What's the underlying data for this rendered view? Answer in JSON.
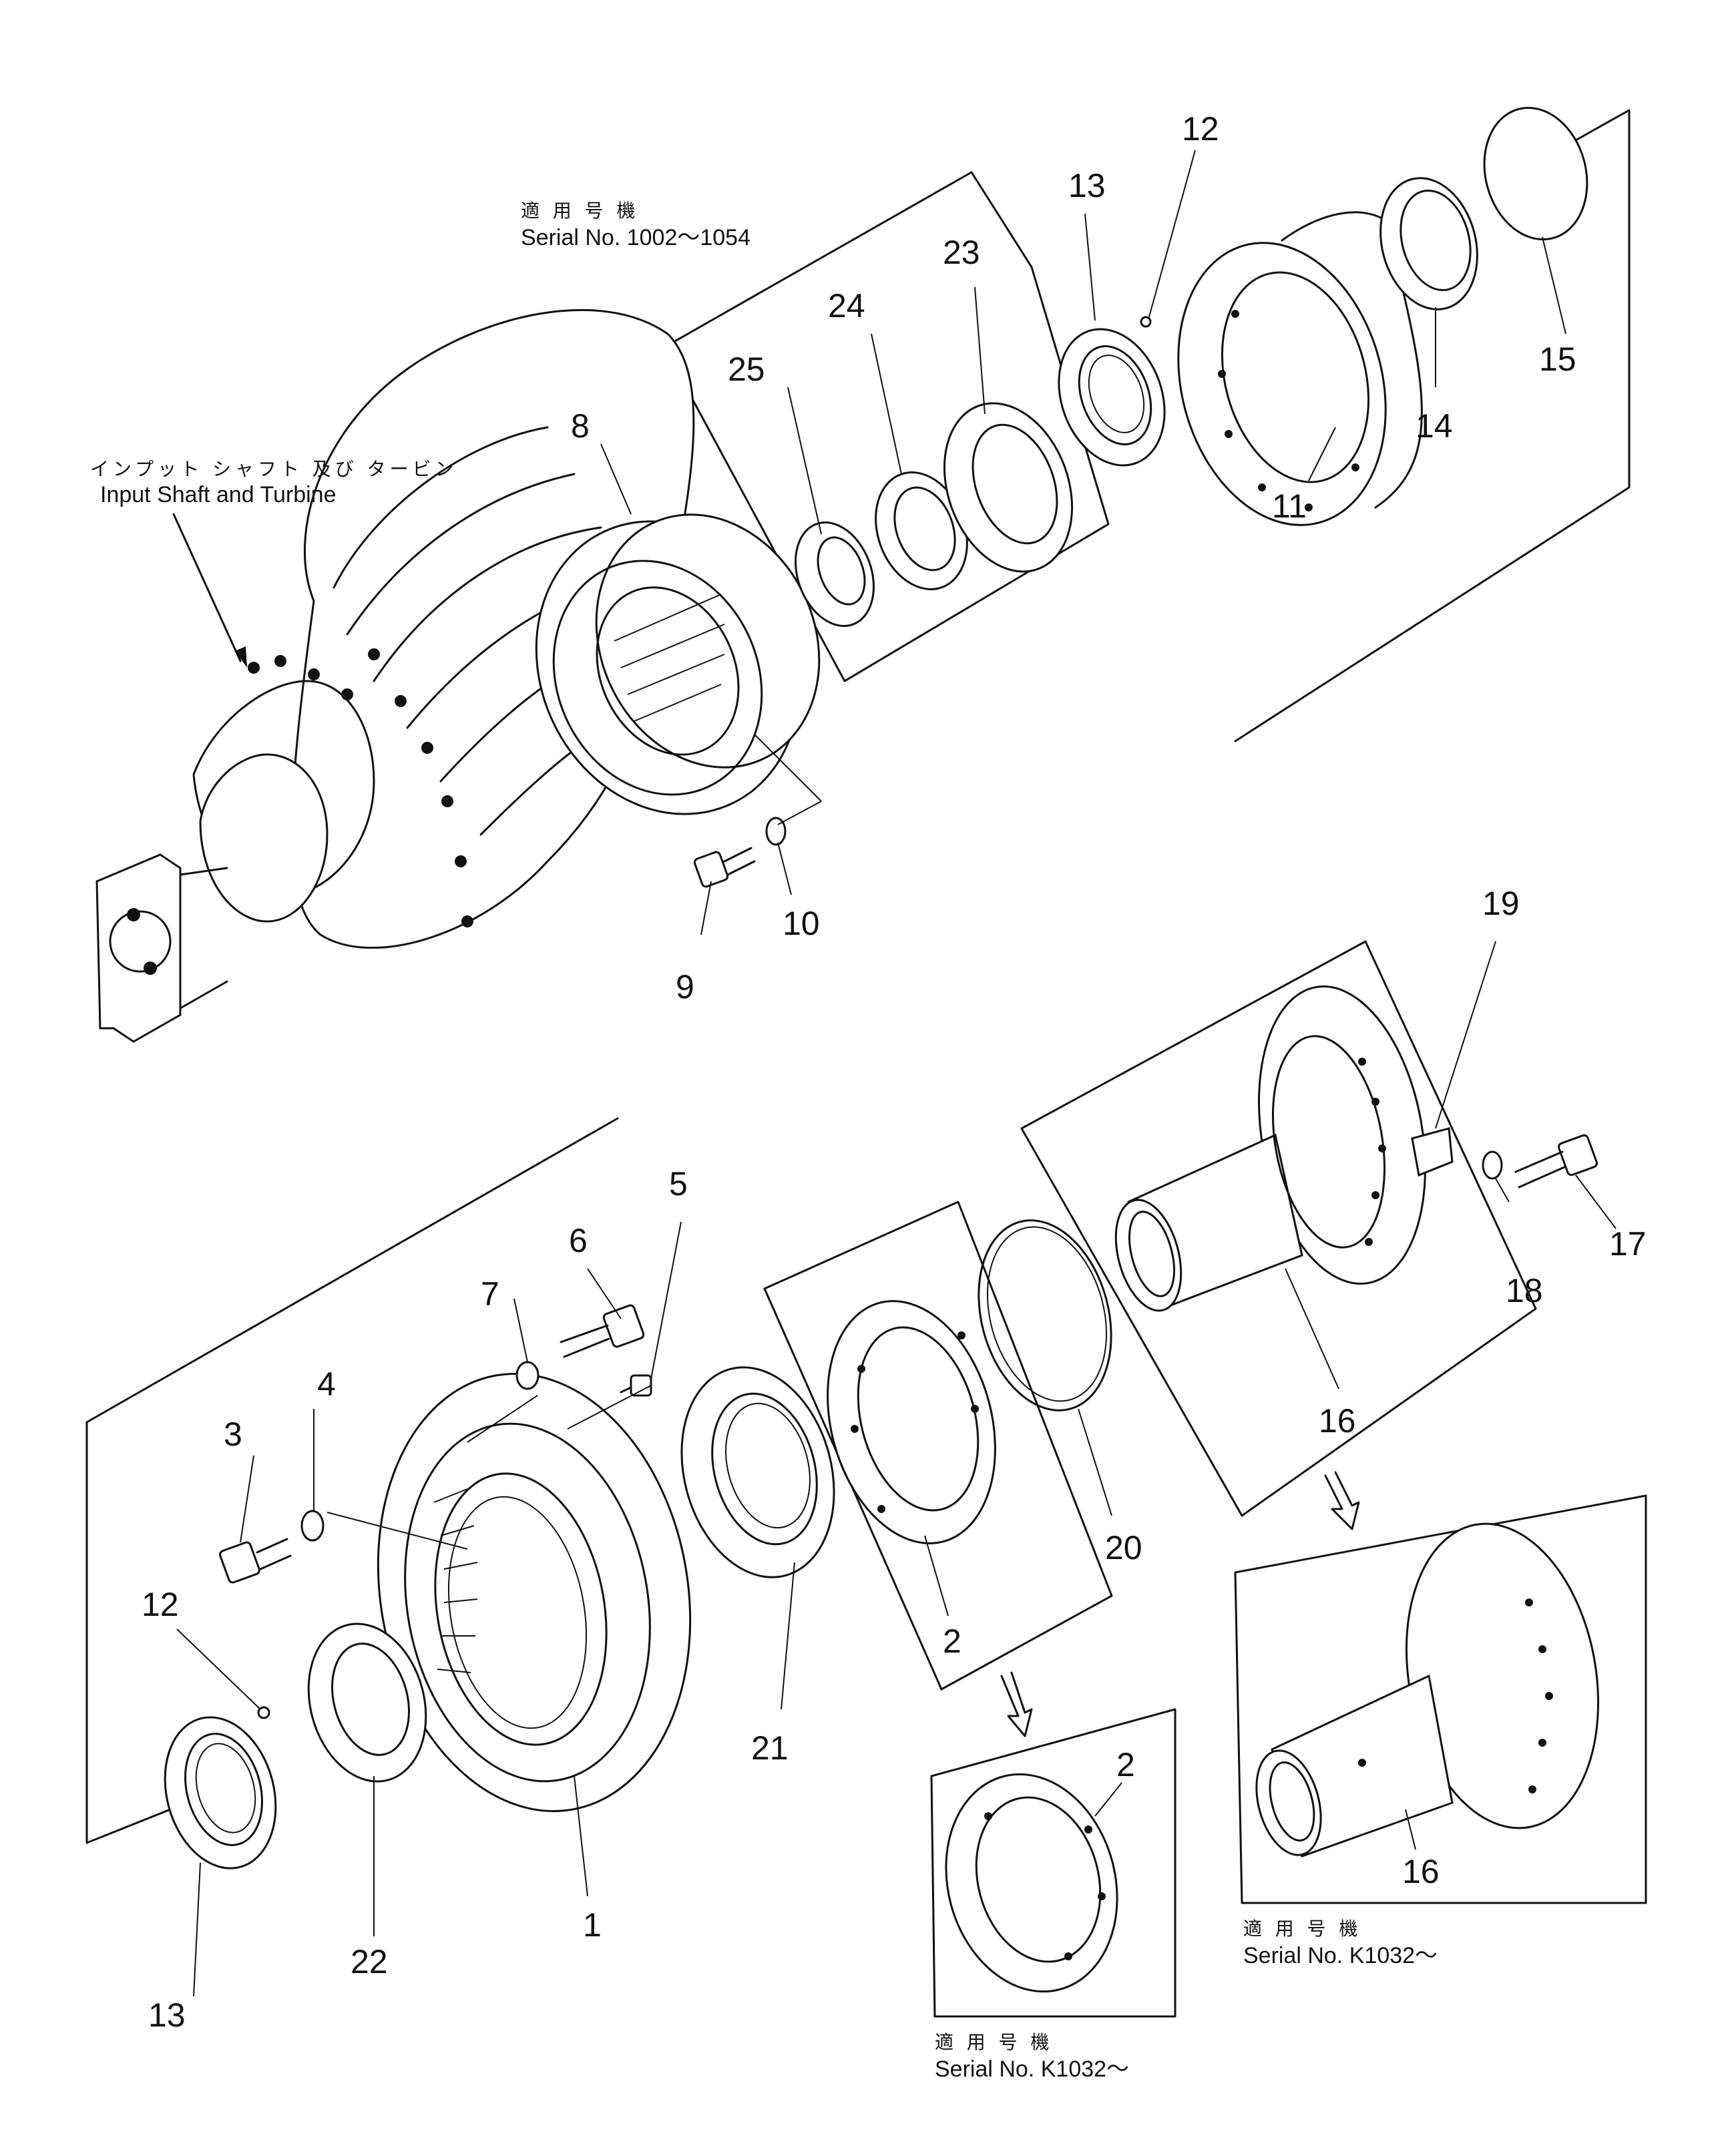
{
  "header_note": {
    "jp": "適 用 号 機",
    "serial": "Serial No. 1002～1054"
  },
  "input_shaft": {
    "jp": "インプット シャフト 及び タービン",
    "en": "Input Shaft and Turbine"
  },
  "inset_2": {
    "part": "2",
    "jp": "適 用 号 機",
    "serial": "Serial No. K1032～"
  },
  "inset_16": {
    "part": "16",
    "jp": "適 用 号 機",
    "serial": "Serial No. K1032～"
  },
  "part_numbers": {
    "p1": "1",
    "p2": "2",
    "p3": "3",
    "p4": "4",
    "p5": "5",
    "p6": "6",
    "p7": "7",
    "p8": "8",
    "p9": "9",
    "p10": "10",
    "p11": "11",
    "p12_top": "12",
    "p12_bottom": "12",
    "p13_top": "13",
    "p13_bottom": "13",
    "p14": "14",
    "p15": "15",
    "p16": "16",
    "p17": "17",
    "p18": "18",
    "p19": "19",
    "p20": "20",
    "p21": "21",
    "p22": "22",
    "p23": "23",
    "p24": "24",
    "p25": "25"
  }
}
